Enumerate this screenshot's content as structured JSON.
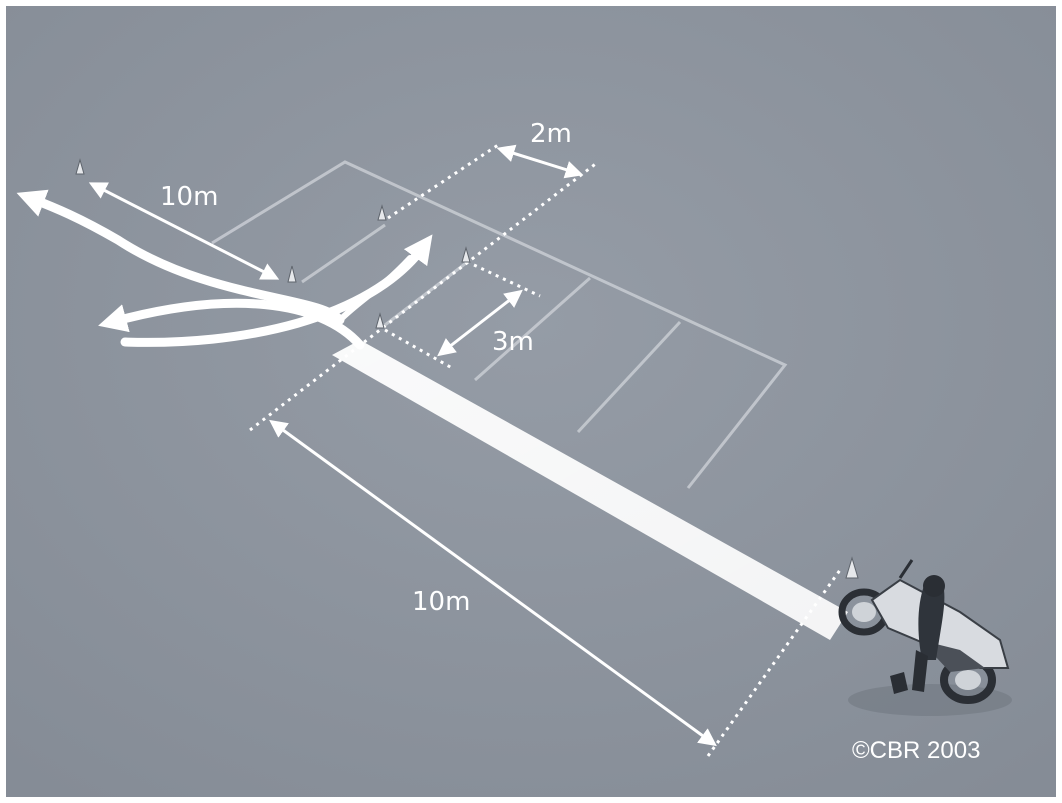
{
  "labels": {
    "top_left_distance": "10m",
    "gap_width": "2m",
    "lane_spacing": "3m",
    "run_up_distance": "10m"
  },
  "copyright": "©CBR 2003",
  "colors": {
    "ground": "#8f96a0",
    "markings": "#c8ccd2",
    "arrows": "#ffffff"
  }
}
